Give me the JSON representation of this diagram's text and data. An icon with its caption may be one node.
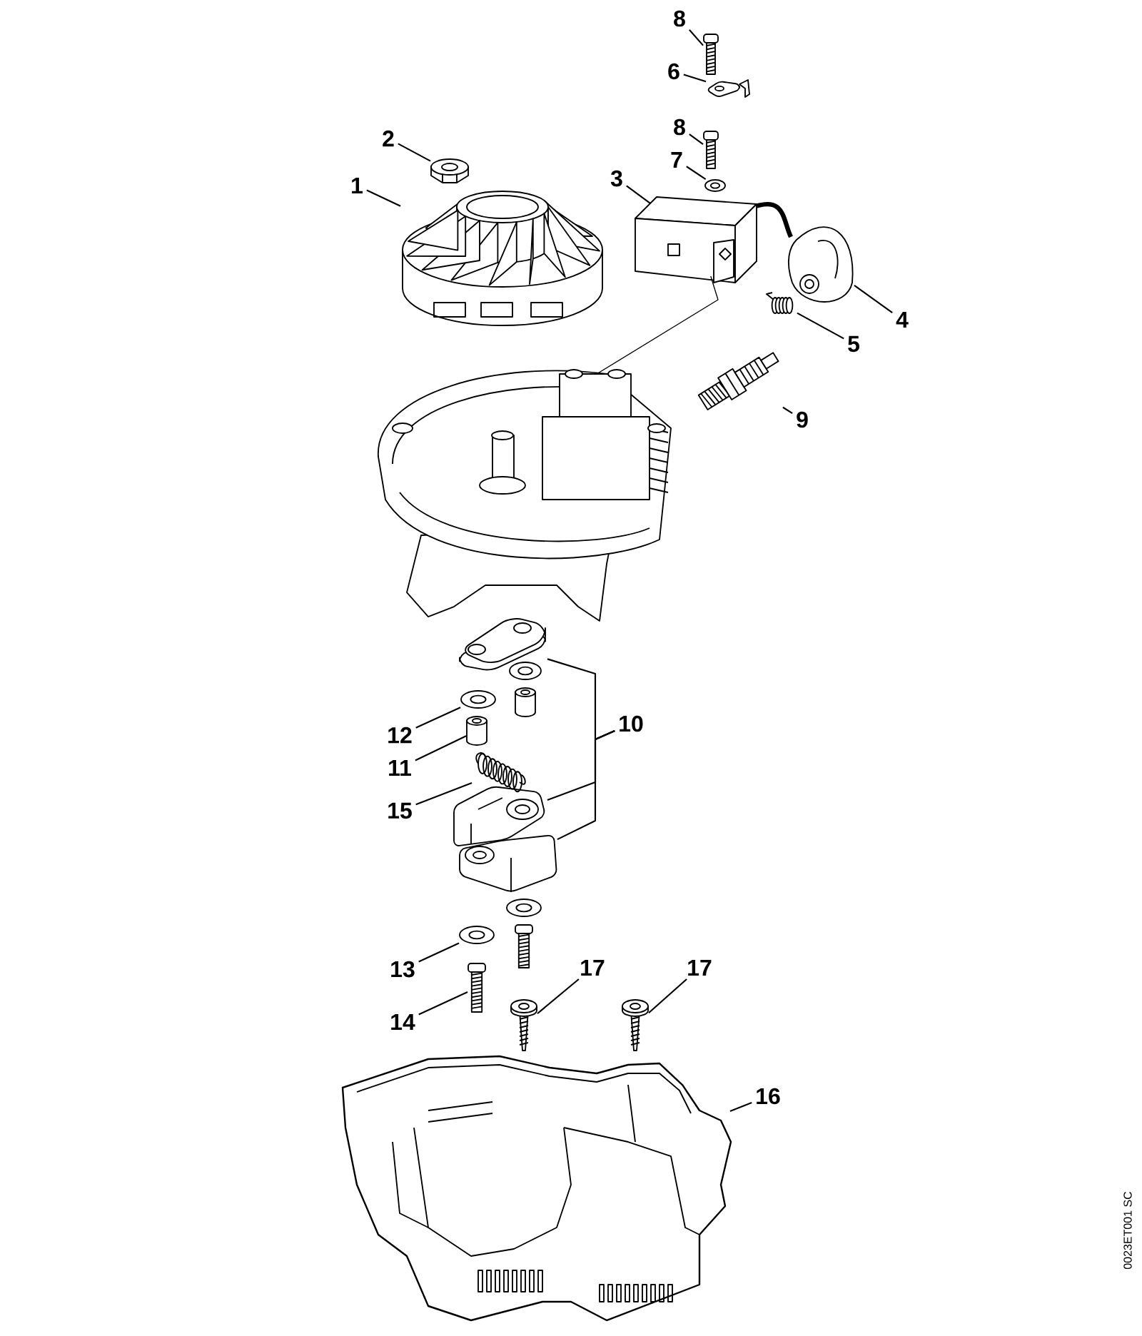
{
  "diagram": {
    "nodes": [
      {
        "text": [
          "8"
        ]
      },
      {
        "text": [],
        "shape": "picture"
      },
      {
        "text": [
          "6"
        ]
      },
      {
        "text": [],
        "shape": "picture"
      },
      {
        "text": [
          "2"
        ]
      },
      {
        "text": [],
        "shape": "picture"
      },
      {
        "text": [
          "8"
        ]
      },
      {
        "text": [],
        "shape": "picture"
      },
      {
        "text": [
          "7"
        ]
      },
      {
        "text": [],
        "shape": "picture"
      },
      {
        "text": [
          "1"
        ]
      },
      {
        "text": [],
        "shape": "picture"
      },
      {
        "text": [
          "3"
        ]
      },
      {
        "text": [],
        "shape": "picture"
      },
      {
        "text": [
          "4"
        ]
      },
      {
        "text": [],
        "shape": "picture"
      },
      {
        "text": [
          "5"
        ]
      },
      {
        "text": [],
        "shape": "picture"
      },
      {
        "text": [
          "9"
        ]
      },
      {
        "text": [],
        "shape": "picture"
      },
      {
        "text": [
          "10"
        ]
      },
      {
        "text": [],
        "shape": "picture"
      },
      {
        "text": [],
        "shape": "picture"
      },
      {
        "text": [],
        "shape": "picture"
      },
      {
        "text": [
          "12"
        ]
      },
      {
        "text": [],
        "shape": "picture"
      },
      {
        "text": [
          "11"
        ]
      },
      {
        "text": [],
        "shape": "cylinder"
      },
      {
        "text": [
          "15"
        ]
      },
      {
        "text": [],
        "shape": "picture"
      },
      {
        "text": [
          "13"
        ]
      },
      {
        "text": [],
        "shape": "picture"
      },
      {
        "text": [
          "14"
        ]
      },
      {
        "text": [],
        "shape": "picture"
      },
      {
        "text": [
          "17"
        ]
      },
      {
        "text": [],
        "shape": "picture"
      },
      {
        "text": [
          "17"
        ]
      },
      {
        "text": [],
        "shape": "picture"
      },
      {
        "text": [
          "16"
        ]
      },
      {
        "text": [],
        "shape": "picture"
      },
      {
        "text": [],
        "shape": "picture"
      }
    ],
    "edges": [
      {
        "from": 0,
        "to": 1,
        "arrow": "none"
      },
      {
        "from": 2,
        "to": 3,
        "arrow": "none"
      },
      {
        "from": 4,
        "to": 5,
        "arrow": "none"
      },
      {
        "from": 6,
        "to": 7,
        "arrow": "none"
      },
      {
        "from": 8,
        "to": 9,
        "arrow": "none"
      },
      {
        "from": 10,
        "to": 11,
        "arrow": "none"
      },
      {
        "from": 12,
        "to": 13,
        "arrow": "none"
      },
      {
        "from": 14,
        "to": 15,
        "arrow": "none"
      },
      {
        "from": 16,
        "to": 17,
        "arrow": "none"
      },
      {
        "from": 18,
        "to": 19,
        "arrow": "none"
      },
      {
        "from": 20,
        "to": 21,
        "arrow": "none"
      },
      {
        "from": 20,
        "to": 22,
        "arrow": "none"
      },
      {
        "from": 20,
        "to": 23,
        "arrow": "none"
      },
      {
        "from": 24,
        "to": 25,
        "arrow": "none"
      },
      {
        "from": 26,
        "to": 27,
        "arrow": "none"
      },
      {
        "from": 28,
        "to": 29,
        "arrow": "none"
      },
      {
        "from": 30,
        "to": 31,
        "arrow": "none"
      },
      {
        "from": 32,
        "to": 33,
        "arrow": "none"
      },
      {
        "from": 34,
        "to": 35,
        "arrow": "none"
      },
      {
        "from": 36,
        "to": 37,
        "arrow": "none"
      },
      {
        "from": 38,
        "to": 39,
        "arrow": "none"
      },
      {
        "from": 13,
        "to": 40,
        "arrow": "none"
      }
    ],
    "labels": [
      "0023ET001 SC"
    ]
  }
}
